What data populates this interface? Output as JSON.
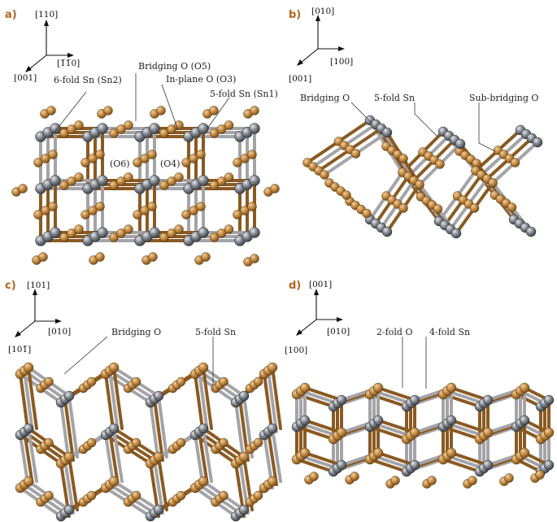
{
  "colors": {
    "oxygen": "#b9813c",
    "tin": "#6f757c",
    "bond_o": "#8a5a22",
    "bond_sn": "#a4a4a8",
    "letter": "#b5651d"
  },
  "panels": [
    {
      "letter": "a)",
      "axes": {
        "up": "[110]",
        "right": "[1̅1̅0]",
        "down_left": "[001]"
      },
      "labels": [
        "6-fold Sn (Sn2)",
        "Bridging O (O5)",
        "In-plane O (O3)",
        "5-fold Sn (Sn1)",
        "(O6)",
        "(O4)"
      ]
    },
    {
      "letter": "b)",
      "axes": {
        "up": "[010]",
        "right": "[100]",
        "down_left": "[001]"
      },
      "labels": [
        "Bridging O",
        "5-fold Sn",
        "Sub-bridging O"
      ]
    },
    {
      "letter": "c)",
      "axes": {
        "up": "[101]",
        "right": "[010]",
        "down_left": "[101̅]"
      },
      "labels": [
        "Bridging O",
        "5-fold Sn"
      ]
    },
    {
      "letter": "d)",
      "axes": {
        "up": "[001]",
        "right": "[010]",
        "down_left": "[100]"
      },
      "labels": [
        "2-fold O",
        "4-fold Sn"
      ]
    }
  ]
}
